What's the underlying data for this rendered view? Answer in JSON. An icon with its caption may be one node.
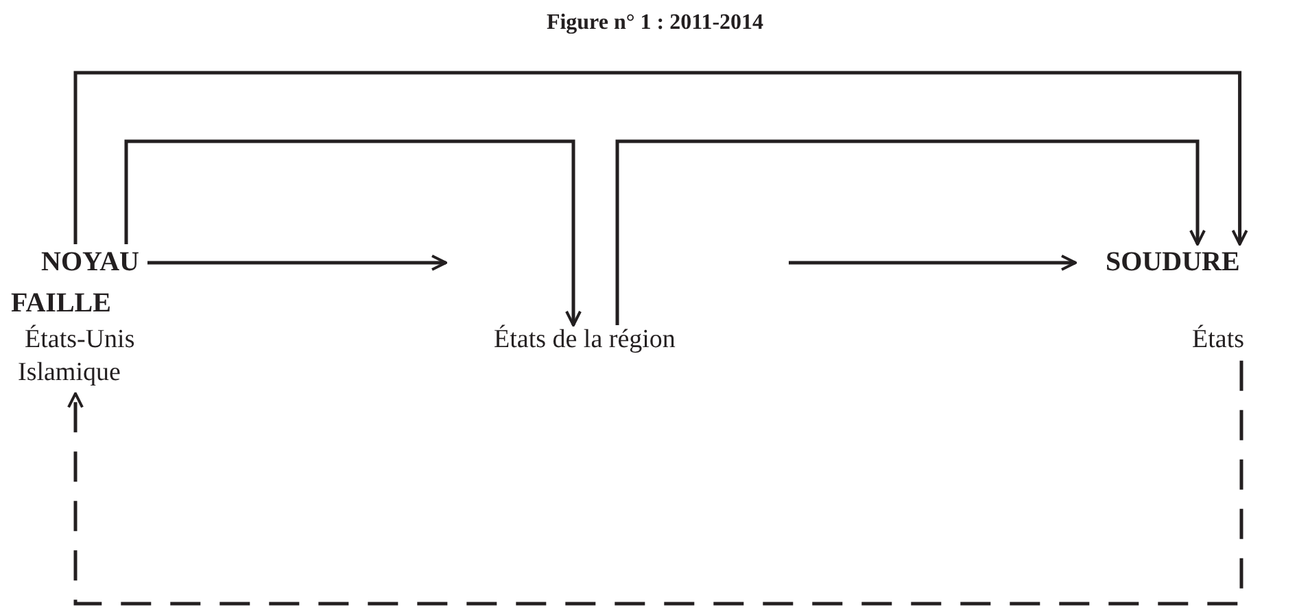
{
  "diagram": {
    "title": "Figure n° 1 : 2011-2014",
    "nodes": [
      {
        "text": [
          "NOYAU"
        ]
      },
      {
        "text": [
          "FAILLE"
        ]
      },
      {
        "text": [
          "États-Unis"
        ]
      },
      {
        "text": [
          "Islamique"
        ]
      },
      {
        "text": [
          "États de la région"
        ]
      },
      {
        "text": [
          "SOUDURE"
        ]
      },
      {
        "text": [
          "États"
        ]
      }
    ],
    "edges": [
      {
        "from": 0,
        "to": null,
        "arrow": "to"
      },
      {
        "from": null,
        "to": 5,
        "arrow": "to"
      },
      {
        "from": 0,
        "to": 5,
        "arrow": "to"
      },
      {
        "from": 0,
        "to": 4,
        "arrow": "to"
      },
      {
        "from": 4,
        "to": 5,
        "arrow": "to"
      },
      {
        "from": 6,
        "to": 3,
        "arrow": "to",
        "style": "dashed"
      }
    ]
  }
}
